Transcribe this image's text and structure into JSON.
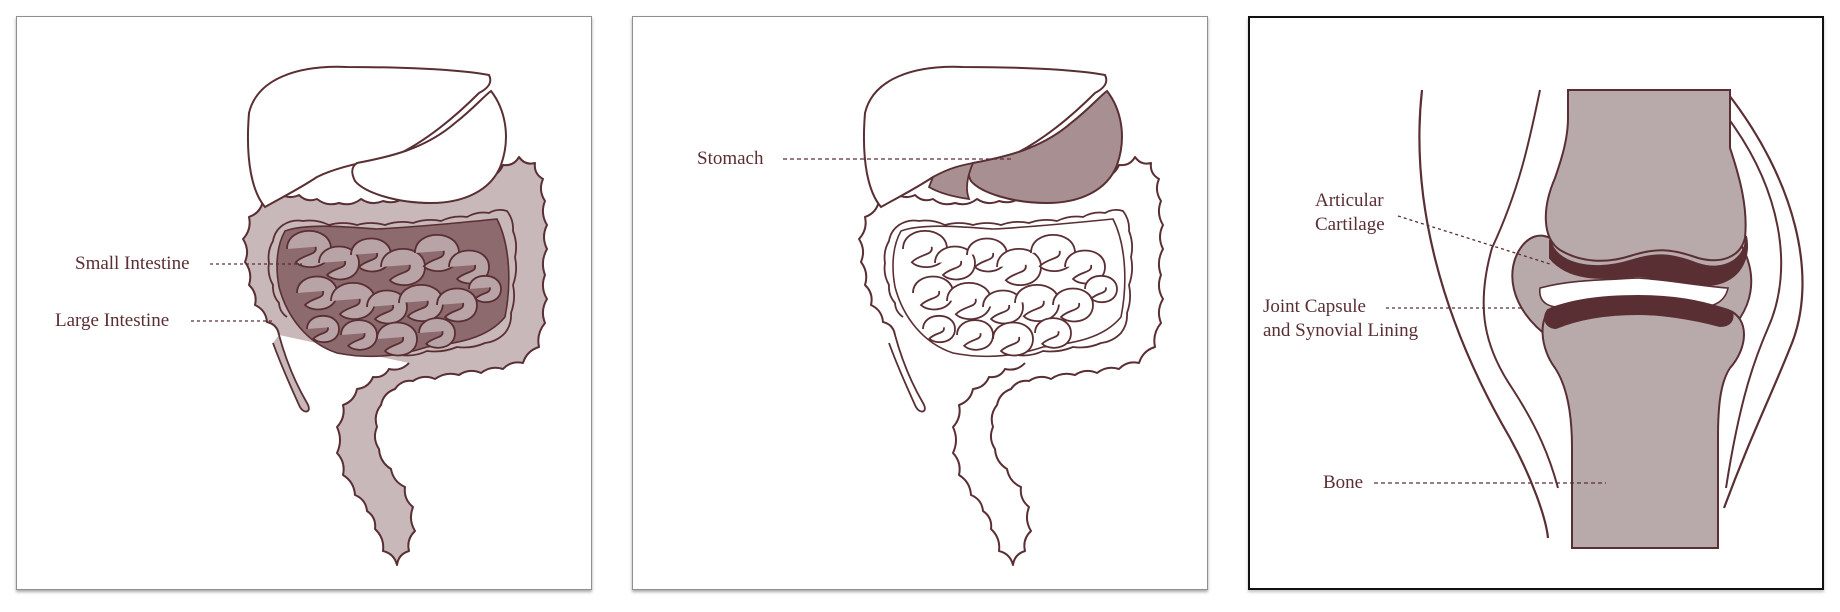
{
  "colors": {
    "outline": "#5a2f33",
    "organ_shaded": "#c8b8b9",
    "stomach_fill": "#a89092",
    "intestine_fill": "#b8a4a6",
    "bone_fill": "#b8aaab",
    "cartilage": "#5a2f33",
    "capsule": "#b8aaab",
    "background": "#ffffff"
  },
  "panels": [
    {
      "id": "digestive-intestines",
      "labels": {
        "small_intestine": "Small Intestine",
        "large_intestine": "Large Intestine"
      }
    },
    {
      "id": "digestive-stomach",
      "labels": {
        "stomach": "Stomach"
      }
    },
    {
      "id": "knee-joint",
      "labels": {
        "articular_cartilage": "Articular\nCartilage",
        "joint_capsule": "Joint Capsule\nand Synovial Lining",
        "bone": "Bone"
      }
    }
  ]
}
